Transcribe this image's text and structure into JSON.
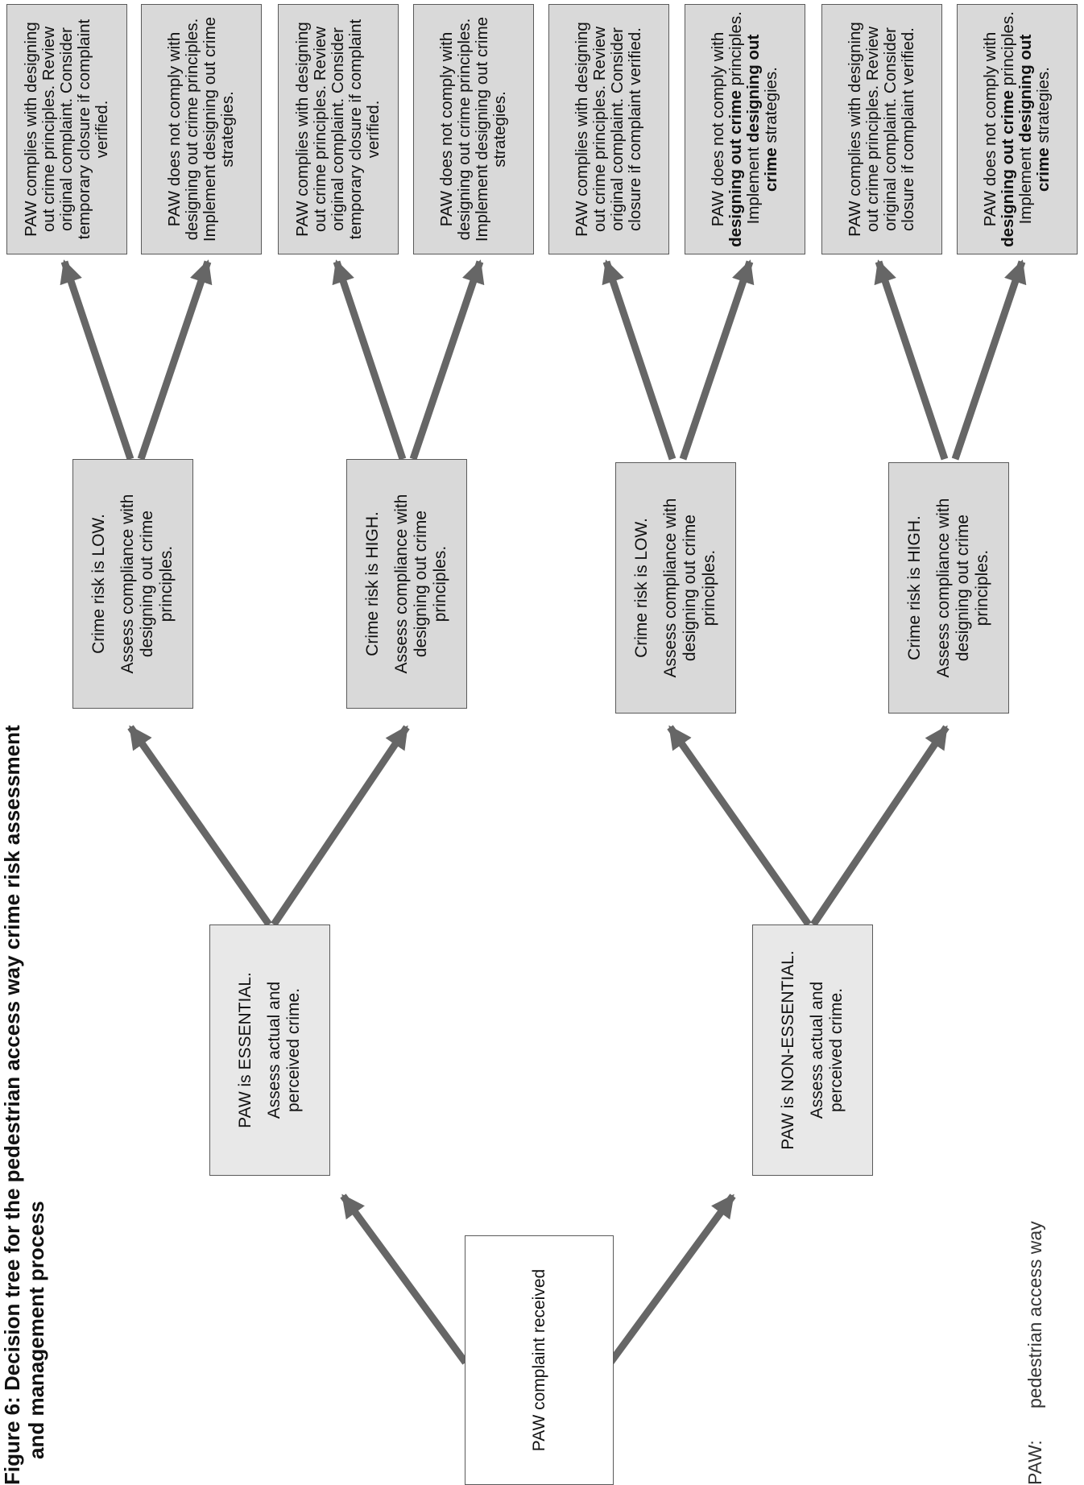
{
  "figure": {
    "title_line1": "Figure 6: Decision tree for the pedestrian access way crime risk assessment",
    "title_line2": "and management process"
  },
  "root": {
    "label": "PAW complaint received"
  },
  "level1": [
    {
      "status": "PAW is ESSENTIAL.",
      "action": "Assess actual and perceived crime."
    },
    {
      "status": "PAW is NON-ESSENTIAL.",
      "action": "Assess actual and perceived crime."
    }
  ],
  "level2": [
    {
      "risk": "Crime risk is LOW.",
      "action": "Assess compliance with designing out crime principles."
    },
    {
      "risk": "Crime risk is HIGH.",
      "action": "Assess compliance with designing out crime principles."
    },
    {
      "risk": "Crime risk is LOW.",
      "action": "Assess compliance with designing out crime principles."
    },
    {
      "risk": "Crime risk is HIGH.",
      "action": "Assess compliance with designing out crime principles."
    }
  ],
  "outcomes": [
    {
      "text": "PAW complies with designing out crime principles. Review original complaint. Consider temporary closure if complaint verified."
    },
    {
      "text": "PAW does not comply with designing out crime principles. Implement designing out crime strategies."
    },
    {
      "text": "PAW complies with designing out crime principles. Review original complaint. Consider temporary closure if complaint verified."
    },
    {
      "text": "PAW does not comply with designing out crime principles. Implement designing out crime strategies."
    },
    {
      "text": "PAW complies with designing out crime principles. Review original complaint. Consider closure if complaint verified."
    },
    {
      "pre": "PAW does not comply with",
      "bold1": "designing out crime",
      "mid": "principles. Implement",
      "bold2": "designing out crime",
      "post": "strategies."
    },
    {
      "text": "PAW complies with designing out crime principles. Review original complaint. Consider closure if complaint verified."
    },
    {
      "pre": "PAW does not comply with",
      "bold1": "designing out crime",
      "mid": "principles. Implement",
      "bold2": "designing out crime",
      "post": "strategies."
    }
  ],
  "footnote": {
    "term": "PAW:",
    "definition": "pedestrian access way"
  }
}
